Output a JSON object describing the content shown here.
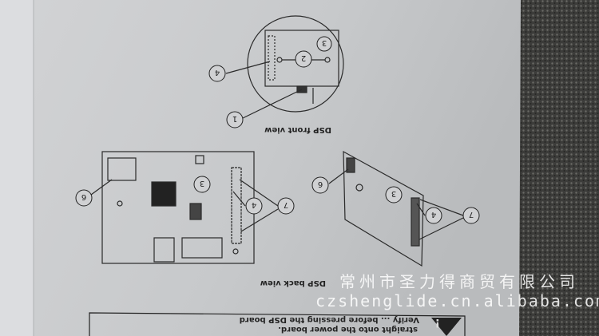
{
  "manual": {
    "front_view_label": "DSP front view",
    "back_view_label": "DSP back view",
    "warning_line1": "straight onto the power board.",
    "warning_line2": "Verify ... before pressing the DSP board",
    "warning_icon": "exclamation-triangle-icon",
    "callouts_front": [
      "1",
      "4",
      "2",
      "3"
    ],
    "callouts_back_flat": [
      "6",
      "3",
      "4",
      "7"
    ],
    "callouts_back_angled": [
      "6",
      "3",
      "4",
      "7"
    ]
  },
  "watermark": {
    "company": "常州市圣力得商贸有限公司",
    "url": "czshenglide.cn.alibaba.com"
  },
  "colors": {
    "page": "#c6c8ca",
    "carpet": "#3a3a38",
    "ink": "#2a2a2a"
  }
}
